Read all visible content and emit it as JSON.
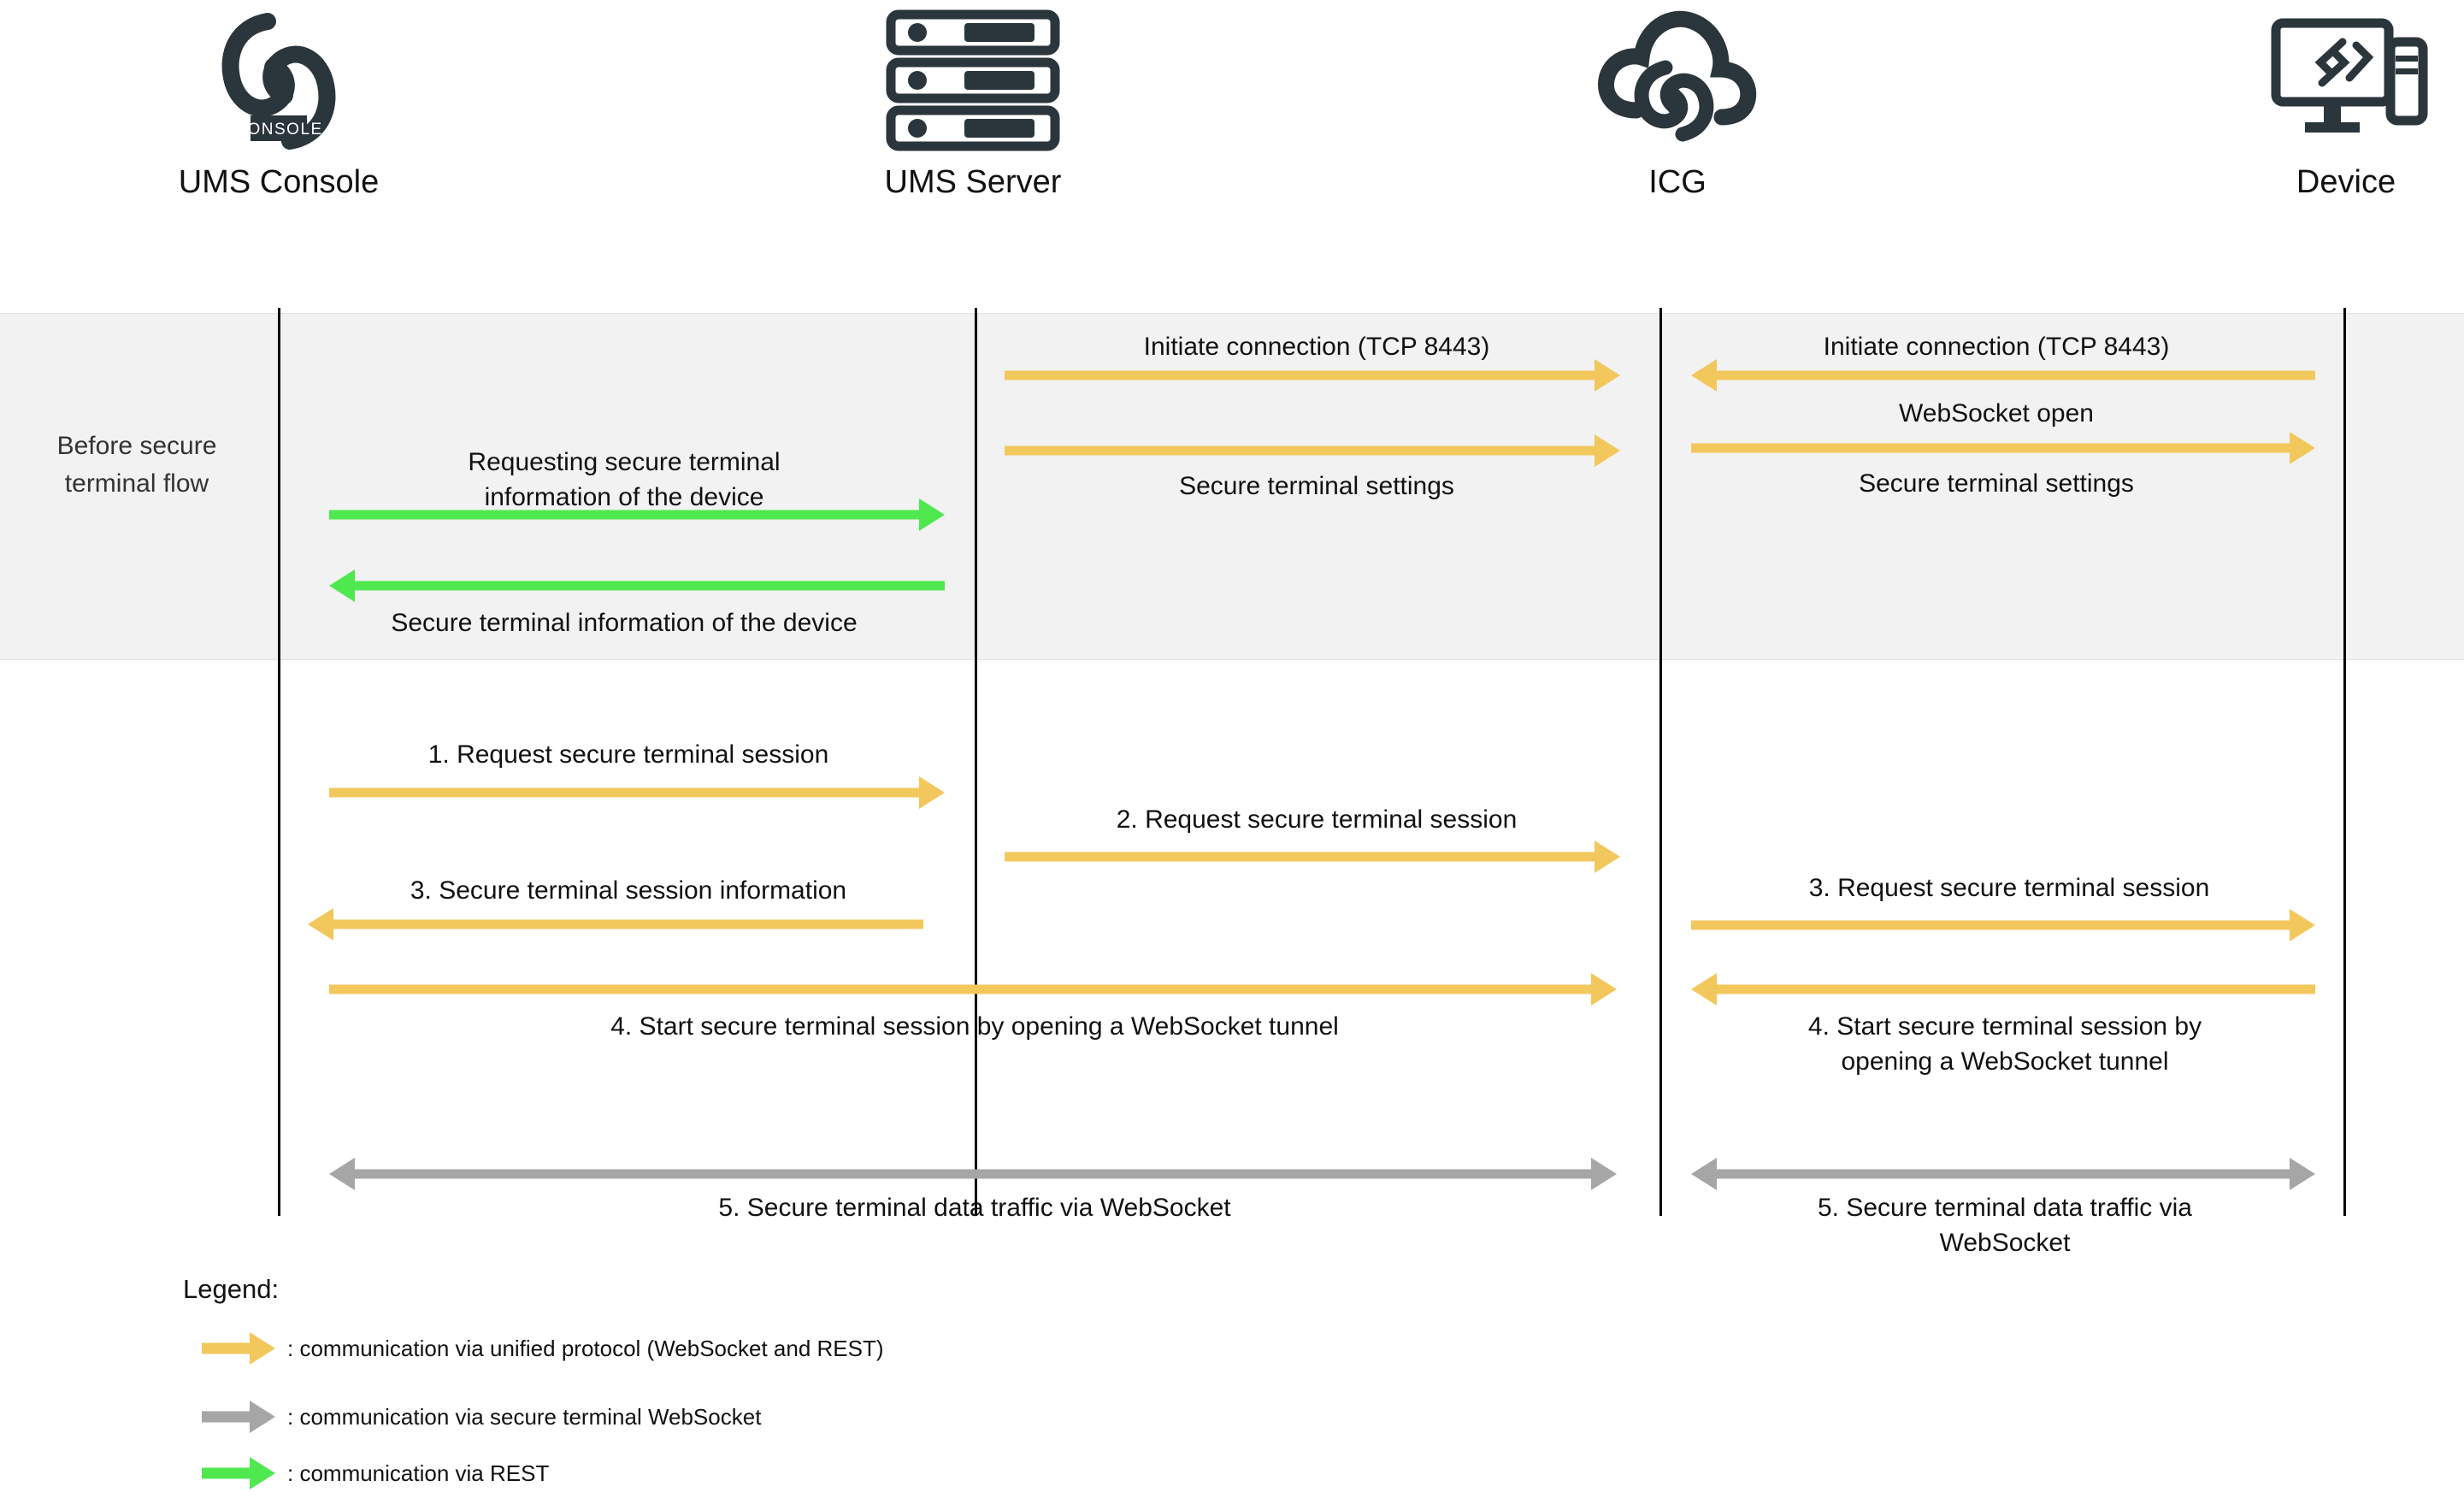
{
  "diagram": {
    "title": "Secure terminal sequence diagram",
    "colors": {
      "unified_protocol": "#f2c75c",
      "secure_terminal_websocket": "#a6a6a6",
      "rest": "#4fe84f",
      "band_background": "#f2f2f2",
      "lifeline": "#000000",
      "icon": "#2b353c"
    }
  },
  "actors": [
    {
      "id": "ums-console",
      "label": "UMS Console",
      "icon": "ums-console-logo-icon"
    },
    {
      "id": "ums-server",
      "label": "UMS Server",
      "icon": "server-rack-icon"
    },
    {
      "id": "icg",
      "label": "ICG",
      "icon": "cloud-gateway-icon"
    },
    {
      "id": "device",
      "label": "Device",
      "icon": "desktop-computer-icon"
    }
  ],
  "band": {
    "label": "Before\nsecure\nterminal\nflow"
  },
  "messages": {
    "pre_console_to_server_request": "Requesting secure terminal\ninformation of the device",
    "pre_server_to_console_info": "Secure terminal information of the device",
    "pre_server_to_icg_initiate": "Initiate connection (TCP 8443)",
    "pre_server_to_icg_settings": "Secure terminal settings",
    "pre_icg_to_device_initiate": "Initiate connection (TCP 8443)",
    "pre_icg_to_device_websocket_open": "WebSocket open",
    "pre_icg_to_device_settings": "Secure terminal settings",
    "step1": "1.   Request secure terminal session",
    "step2": "2.   Request secure terminal session",
    "step3_console": "3.   Secure terminal session information",
    "step3_icg": "3.   Request secure terminal session",
    "step4_left": "4.   Start secure terminal session by opening a WebSocket tunnel",
    "step4_right": "4.   Start secure terminal session by\nopening a WebSocket tunnel",
    "step5_left": "5.   Secure terminal data traffic via WebSocket",
    "step5_right": "5.   Secure terminal data traffic via\nWebSocket"
  },
  "legend": {
    "title": "Legend:",
    "items": [
      {
        "color_key": "unified_protocol",
        "text": ": communication via unified protocol (WebSocket and REST)"
      },
      {
        "color_key": "secure_terminal_websocket",
        "text": ": communication via secure terminal WebSocket"
      },
      {
        "color_key": "rest",
        "text": ": communication via REST"
      }
    ]
  }
}
